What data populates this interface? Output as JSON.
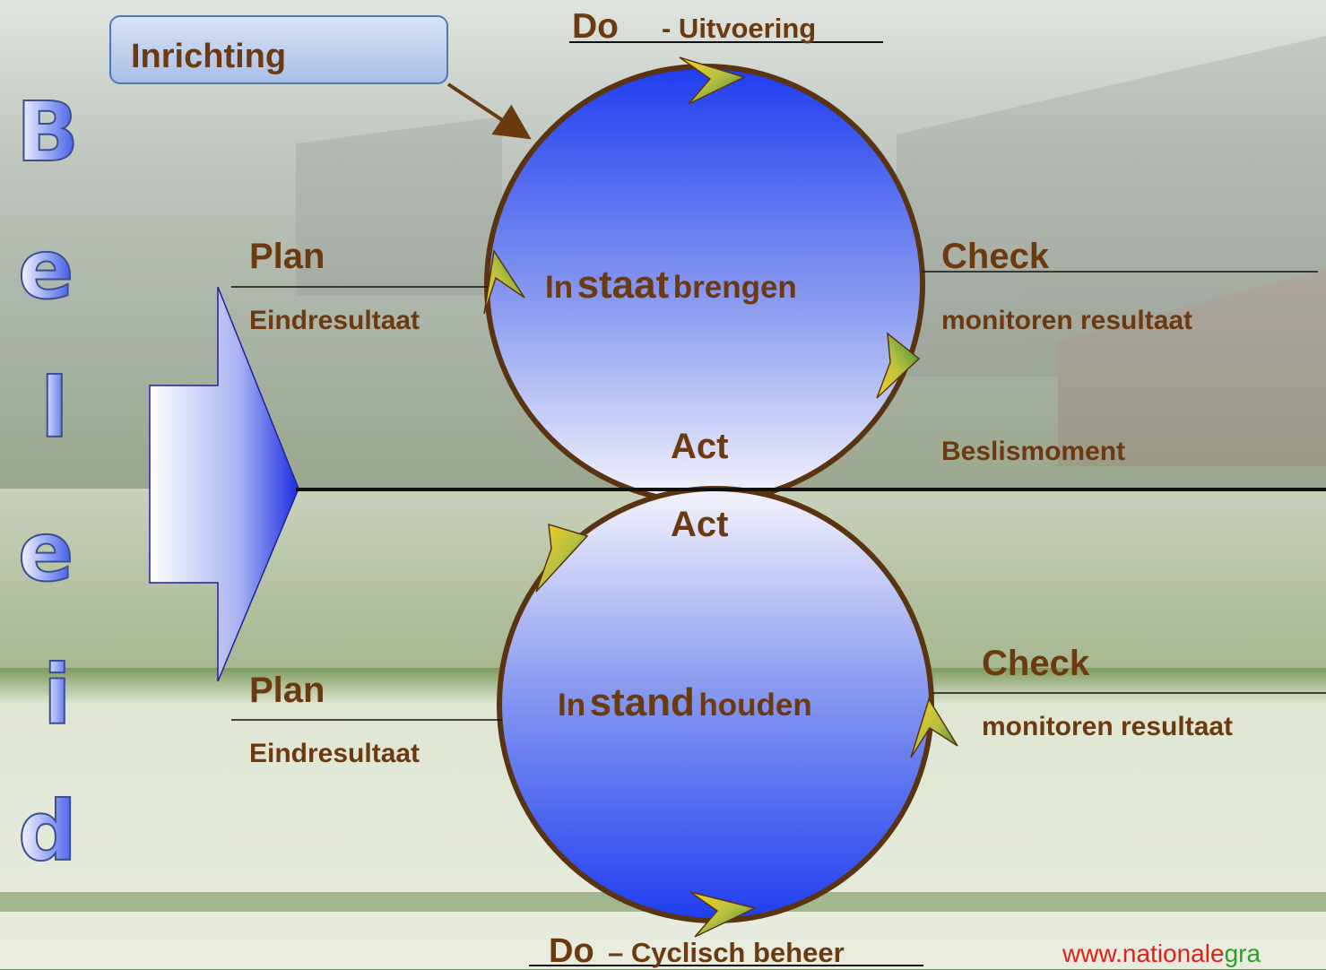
{
  "inrichting": "Inrichting",
  "beleid_letters": [
    "B",
    "e",
    "l",
    "e",
    "i",
    "d"
  ],
  "top_cycle": {
    "do_word": "Do",
    "do_detail": "- Uitvoering",
    "plan": "Plan",
    "plan_detail": "Eindresultaat",
    "check": "Check",
    "check_detail": "monitoren resultaat",
    "act": "Act",
    "beslis": "Beslismoment",
    "center_prefix": "In",
    "center_key": "staat",
    "center_suffix": "brengen"
  },
  "bottom_cycle": {
    "act": "Act",
    "plan": "Plan",
    "plan_detail": "Eindresultaat",
    "check": "Check",
    "check_detail": "monitoren resultaat",
    "center_prefix": "In",
    "center_key": "stand",
    "center_suffix": "houden",
    "do_word": "Do",
    "do_detail": "– Cyclisch beheer"
  },
  "website": {
    "part1": "www.nationale",
    "part2": "gra"
  },
  "colors": {
    "text_brown": "#6b3a10",
    "circle_outline": "#5a3310",
    "circle_blue": "#1f3df0",
    "arrow_green": "#2f8a2f",
    "arrow_yellow": "#f0d020"
  },
  "icons": [
    "cycle-arrow-icon"
  ]
}
